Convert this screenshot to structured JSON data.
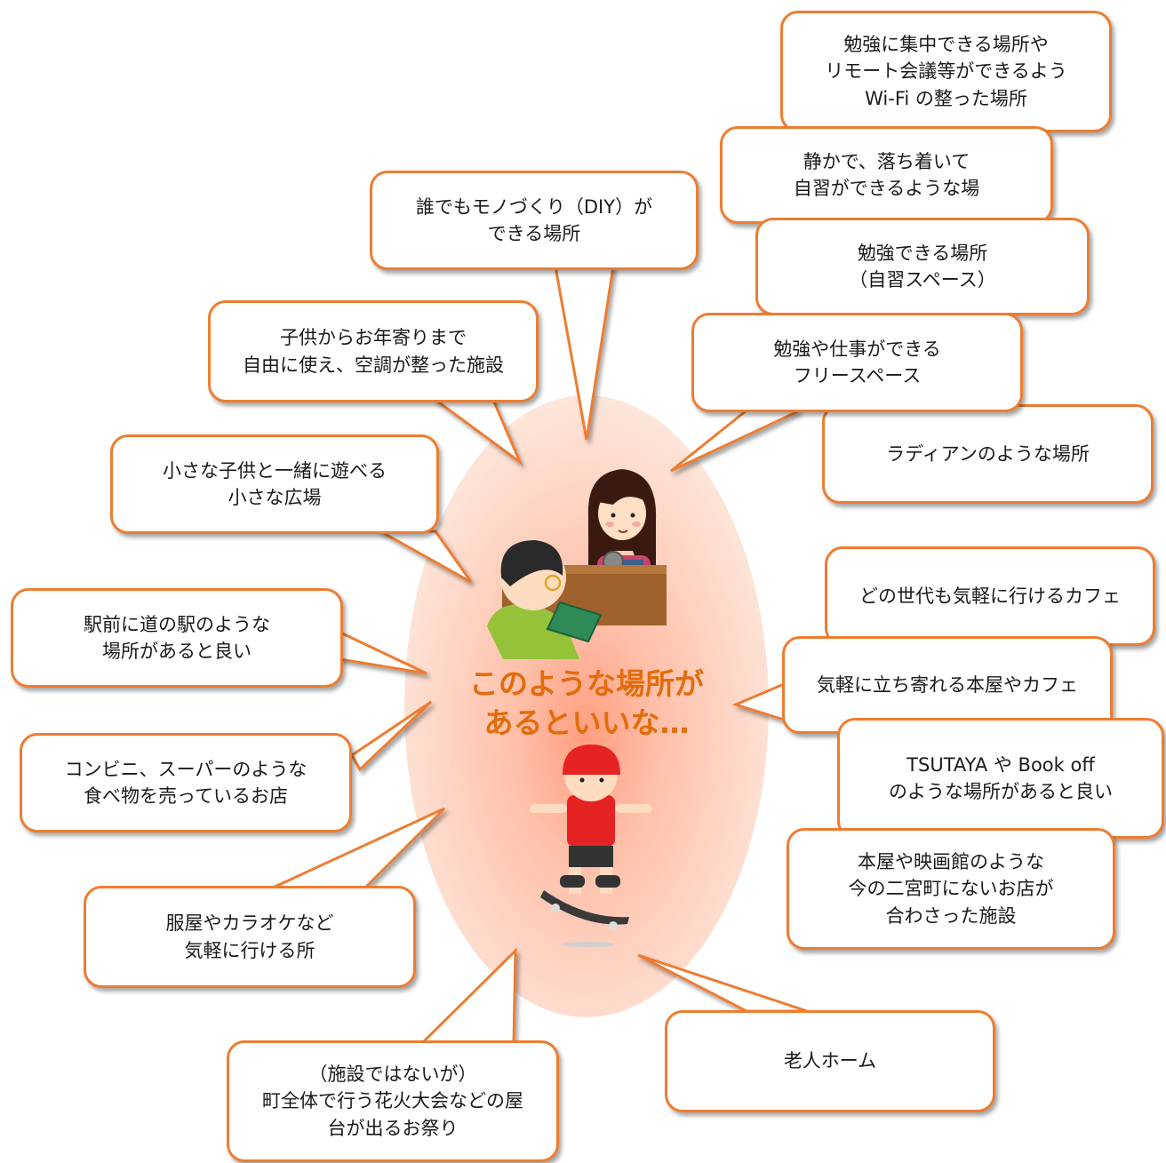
{
  "center": {
    "label": "このような場所が\nあるといいな…"
  },
  "bubbles": {
    "wifi": "勉強に集中できる場所や\nリモート会議等ができるよう\nWi-Fi の整った場所",
    "quiet": "静かで、落ち着いて\n自習ができるような場",
    "study": "勉強できる場所\n（自習スペース）",
    "freespace": "勉強や仕事ができる\nフリースペース",
    "radian": "ラディアンのような場所",
    "diy": "誰でもモノづくり（DIY）が\nできる場所",
    "all_ages": "子供からお年寄りまで\n自由に使え、空調が整った施設",
    "kids_plaza": "小さな子供と一緒に遊べる\n小さな広場",
    "michinoeki": "駅前に道の駅のような\n場所があると良い",
    "convenience": "コンビニ、スーパーのような\n食べ物を売っているお店",
    "clothes": "服屋やカラオケなど\n気軽に行ける所",
    "festival": "（施設ではないが）\n町全体で行う花火大会などの屋\n台が出るお祭り",
    "elderly": "老人ホーム",
    "cafe_all": "どの世代も気軽に行けるカフェ",
    "bookcafe": "気軽に立ち寄れる本屋やカフェ",
    "tsutaya": "TSUTAYA や Book off\nのような場所があると良い",
    "combined": "本屋や映画館のような\n今の二宮町にないお店が\n合わさった施設"
  },
  "colors": {
    "accent": "#ED7D31",
    "title": "#E36C0A",
    "oval_center": "#FFC2A8",
    "oval_edge": "#FDE3D7"
  },
  "icons": [
    "librarian-illustration",
    "student-illustration",
    "skateboarder-illustration"
  ]
}
